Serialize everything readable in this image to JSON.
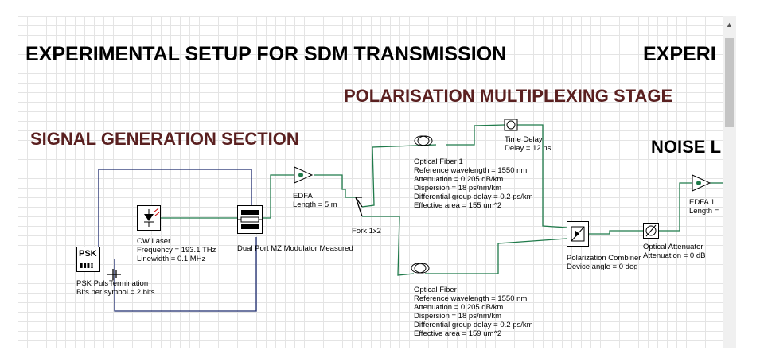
{
  "headings": {
    "main_title": "EXPERIMENTAL SETUP FOR SDM TRANSMISSION",
    "main_title_repeat": "EXPERI",
    "pol_mux": "POLARISATION MULTIPLEXING STAGE",
    "signal_gen": "SIGNAL GENERATION SECTION",
    "noise": "NOISE L"
  },
  "components": {
    "psk_icon_text": "PSK",
    "psk_lines": [
      "PSK Puls",
      "Bits per symbol = 2  bits"
    ],
    "termination": "Termination",
    "cw_laser": [
      "CW Laser",
      "Frequency = 193.1  THz",
      "Linewidth = 0.1  MHz"
    ],
    "modulator": "Dual Port MZ Modulator Measured",
    "edfa1": [
      "EDFA",
      "Length = 5  m"
    ],
    "fork": "Fork 1x2",
    "time_delay": [
      "Time Delay",
      "Delay = 12  ns"
    ],
    "fiber1": [
      "Optical Fiber  1",
      "Reference wavelength = 1550  nm",
      "Attenuation = 0.205  dB/km",
      "Dispersion = 18  ps/nm/km",
      "Differential group delay = 0.2  ps/km",
      "Effective area = 155  um^2"
    ],
    "fiber2": [
      "Optical Fiber",
      "Reference wavelength = 1550  nm",
      "Attenuation = 0.205  dB/km",
      "Dispersion = 18  ps/nm/km",
      "Differential group delay = 0.2  ps/km",
      "Effective area = 159  um^2"
    ],
    "pol_combiner": [
      "Polarization Combiner",
      "Device angle = 0  deg"
    ],
    "attenuator": [
      "Optical Attenuator",
      "Attenuation = 0  dB"
    ],
    "edfa2": [
      "EDFA  1",
      "Length ="
    ]
  },
  "colors": {
    "wire_green": "#1f7a4a",
    "wire_blue": "#1c2a6e",
    "heading_brown": "#5a2020"
  }
}
